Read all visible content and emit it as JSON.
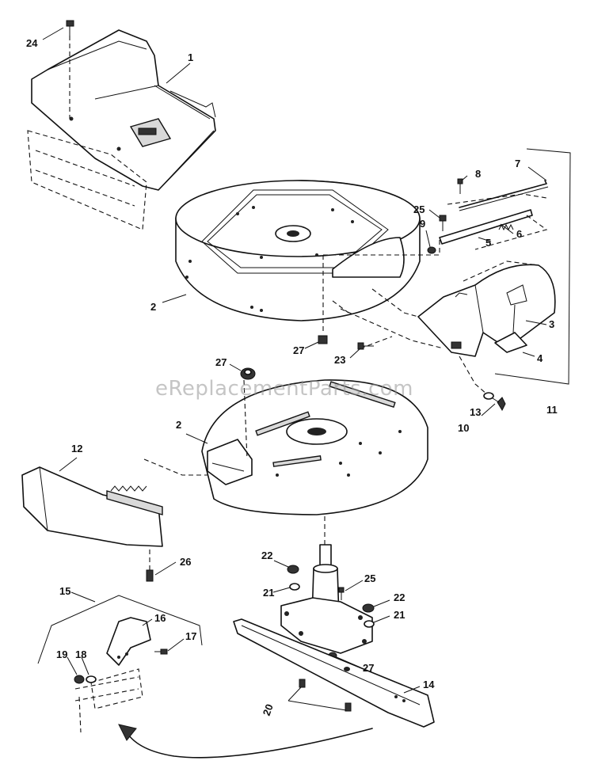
{
  "watermark": "eReplacementParts.com",
  "callouts": {
    "c1": "1",
    "c2a": "2",
    "c2b": "2",
    "c3": "3",
    "c4": "4",
    "c5": "5",
    "c6": "6",
    "c7": "7",
    "c8": "8",
    "c9": "9",
    "c10": "10",
    "c11": "11",
    "c12": "12",
    "c13": "13",
    "c14": "14",
    "c15": "15",
    "c16": "16",
    "c17": "17",
    "c18": "18",
    "c19": "19",
    "c20": "20",
    "c21a": "21",
    "c21b": "21",
    "c22a": "22",
    "c22b": "22",
    "c23": "23",
    "c24": "24",
    "c25a": "25",
    "c25b": "25",
    "c26": "26",
    "c27a": "27",
    "c27b": "27",
    "c27c": "27"
  }
}
